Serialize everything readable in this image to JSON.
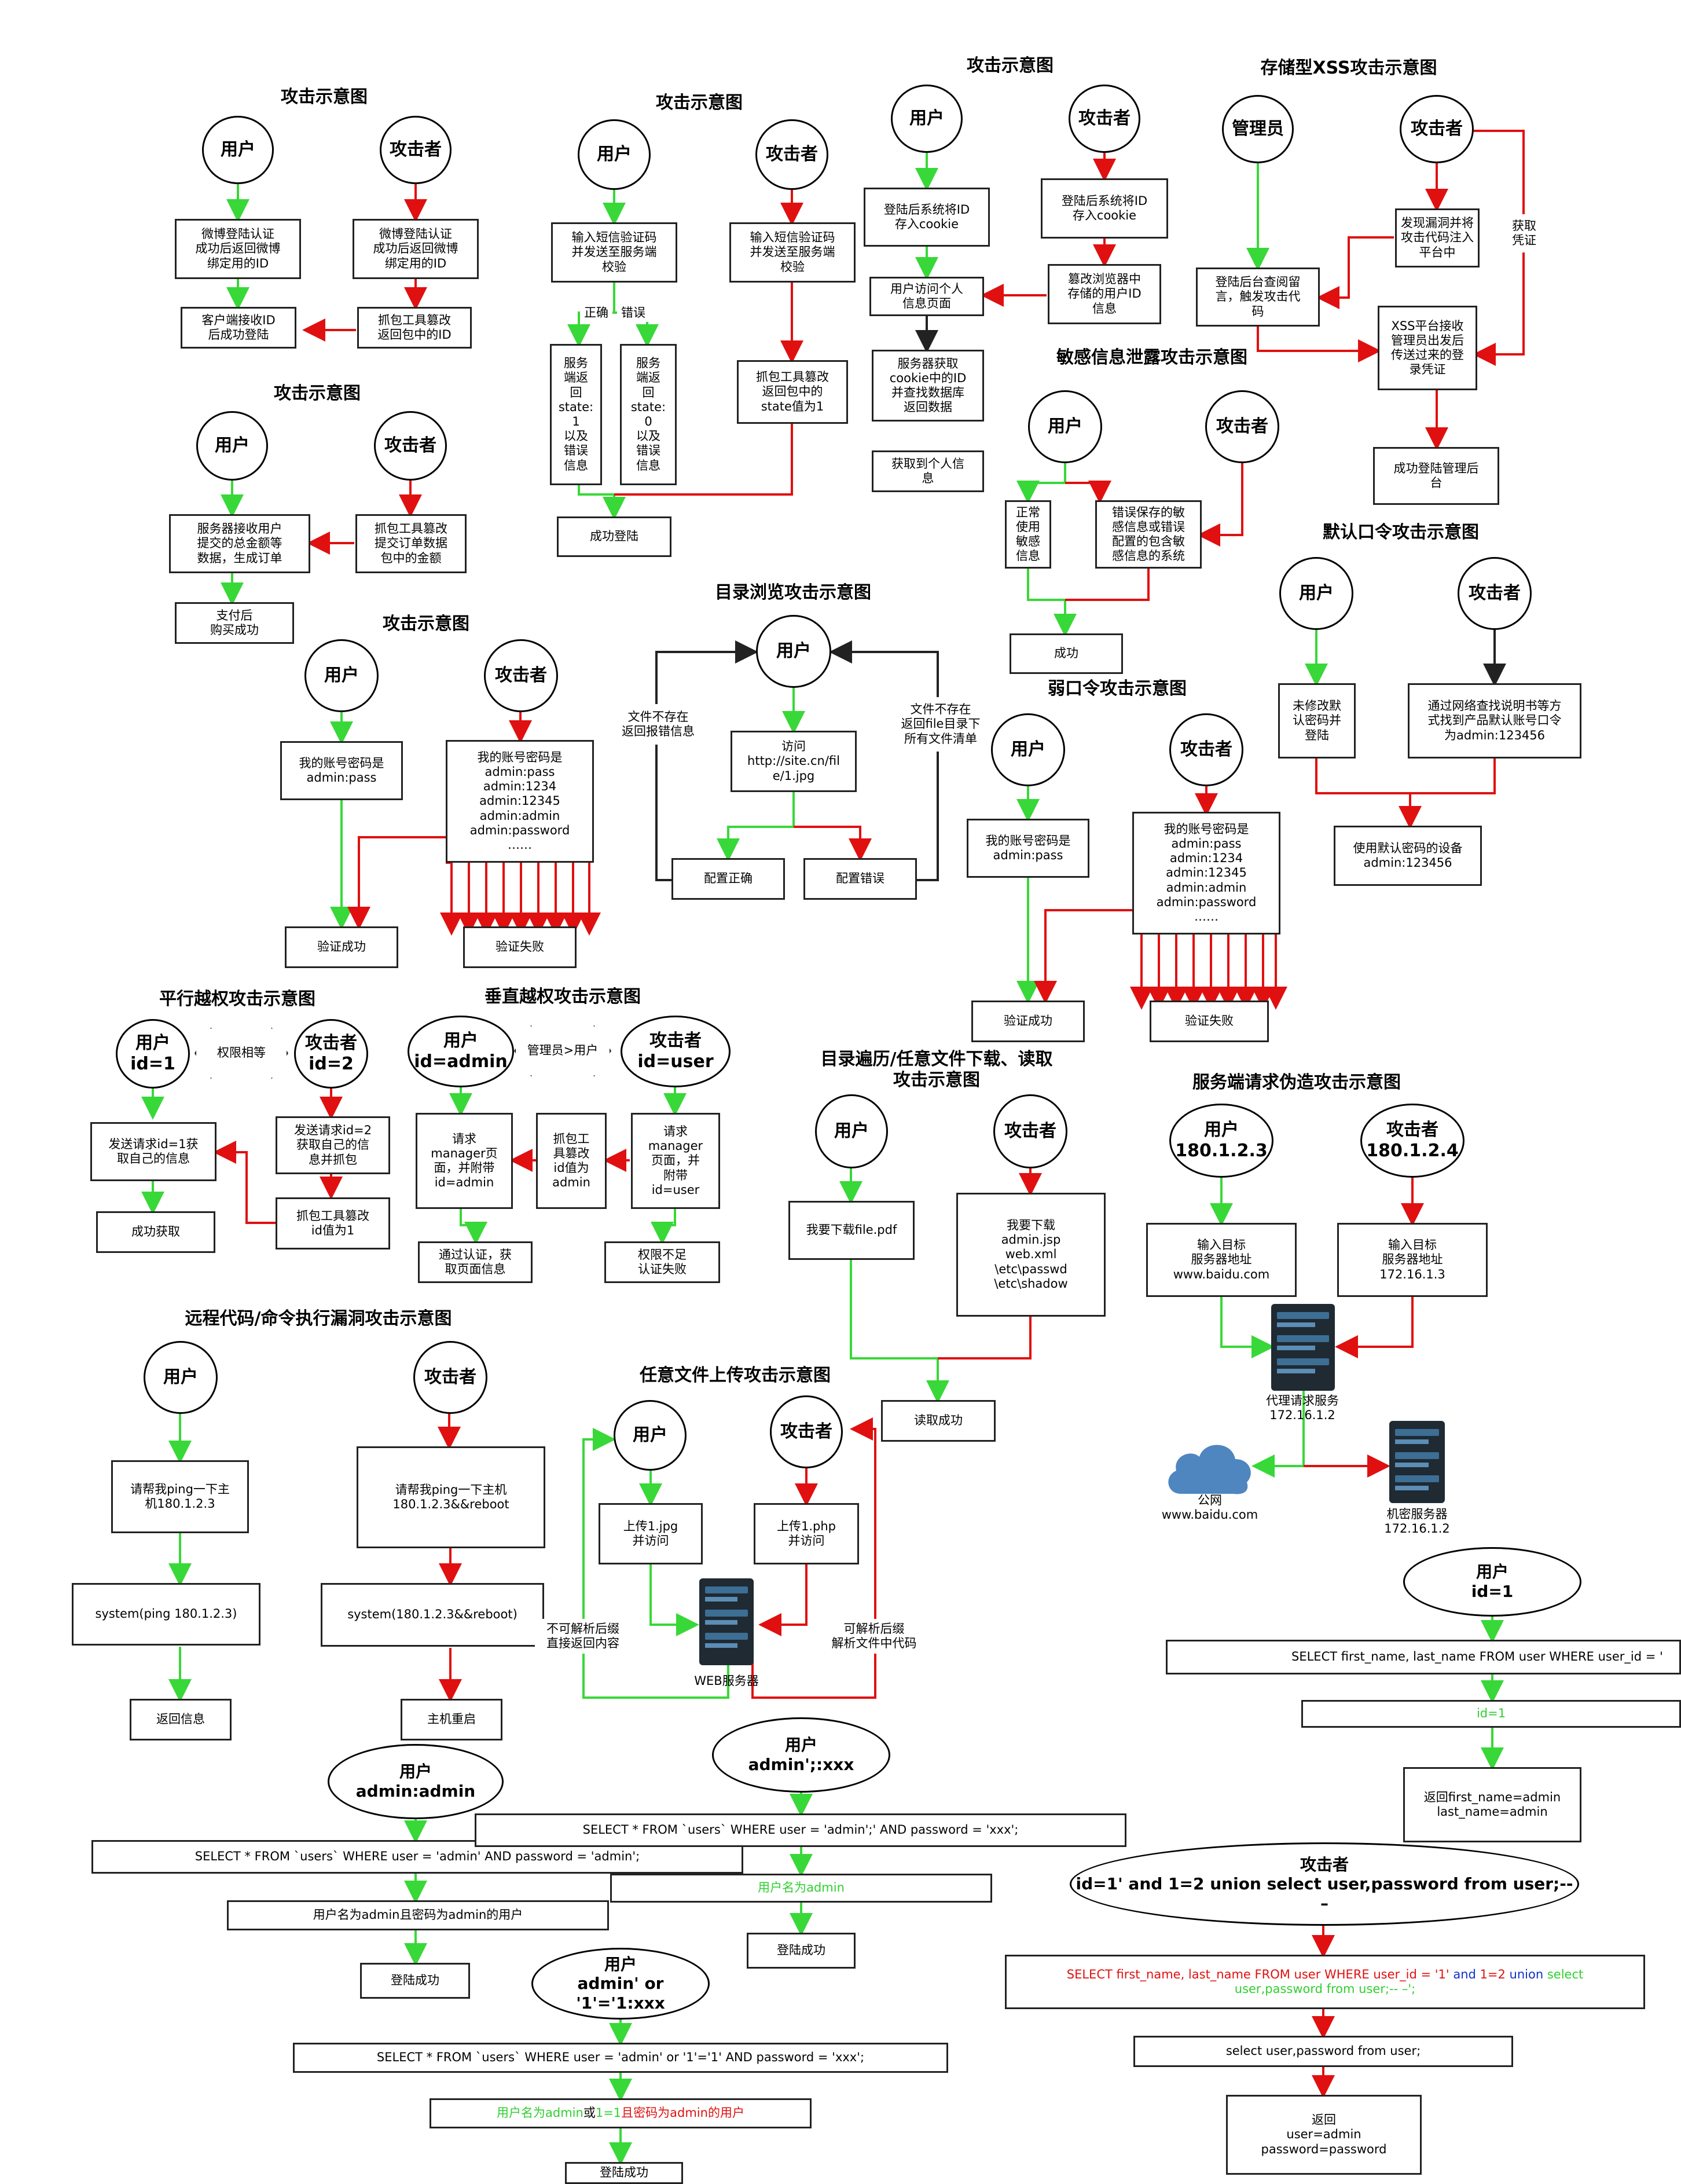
{
  "colors": {
    "green": "#38d838",
    "red": "#e01010",
    "black": "#222222"
  },
  "icons": {
    "server": "server-icon",
    "cloud": "cloud-icon"
  },
  "titles": {
    "weibo": "攻击示意图",
    "sms": "攻击示意图",
    "cookie": "攻击示意图",
    "xss": "存储型XSS攻击示意图",
    "order": "攻击示意图",
    "sensitive": "敏感信息泄露攻击示意图",
    "default_pw": "默认口令攻击示意图",
    "dir_browse": "目录浏览攻击示意图",
    "brute": "攻击示意图",
    "weak_pw": "弱口令攻击示意图",
    "h_priv": "平行越权攻击示意图",
    "v_priv": "垂直越权攻击示意图",
    "traversal": "目录遍历/任意文件下载、读取\n攻击示意图",
    "ssrf": "服务端请求伪造攻击示意图",
    "rce": "远程代码/命令执行漏洞攻击示意图",
    "upload": "任意文件上传攻击示意图"
  },
  "weibo": {
    "user": "用户",
    "attacker": "攻击者",
    "user_step": "微博登陆认证\n成功后返回微博\n绑定用的ID",
    "attacker_step": "微博登陆认证\n成功后返回微博\n绑定用的ID",
    "tamper": "抓包工具篡改\n返回包中的ID",
    "result": "客户端接收ID\n后成功登陆"
  },
  "sms": {
    "user": "用户",
    "attacker": "攻击者",
    "user_step": "输入短信验证码\n并发送至服务端\n校验",
    "attacker_step": "输入短信验证码\n并发送至服务端\n校验",
    "label_ok": "正确",
    "label_err": "错误",
    "resp_ok": "服务\n端返\n回\nstate:\n1\n以及\n错误\n信息",
    "resp_err": "服务\n端返\n回\nstate:\n0\n以及\n错误\n信息",
    "tamper": "抓包工具篡改\n返回包中的\nstate值为1",
    "result": "成功登陆"
  },
  "cookie": {
    "user": "用户",
    "attacker": "攻击者",
    "user_step": "登陆后系统将ID\n存入cookie",
    "attacker_step": "登陆后系统将ID\n存入cookie",
    "tamper": "篡改浏览器中\n存储的用户ID\n信息",
    "visit": "用户访问个人\n信息页面",
    "query": "服务器获取\ncookie中的ID\n并查找数据库\n返回数据",
    "result": "获取到个人信\n息"
  },
  "xss": {
    "admin": "管理员",
    "attacker": "攻击者",
    "inject": "发现漏洞并将\n攻击代码注入\n平台中",
    "steal_label": "获取\n凭证",
    "trigger": "登陆后台查阅留\n言，触发攻击代\n码",
    "receive": "XSS平台接收\n管理员出发后\n传送过来的登\n录凭证",
    "result": "成功登陆管理后\n台"
  },
  "order": {
    "user": "用户",
    "attacker": "攻击者",
    "server": "服务器接收用户\n提交的总金额等\n数据，生成订单",
    "tamper": "抓包工具篡改\n提交订单数据\n包中的金额",
    "result": "支付后\n购买成功"
  },
  "sensitive": {
    "user": "用户",
    "attacker": "攻击者",
    "normal": "正常\n使用\n敏感\n信息",
    "error": "错误保存的敏\n感信息或错误\n配置的包含敏\n感信息的系统",
    "result": "成功"
  },
  "default_pw": {
    "user": "用户",
    "attacker": "攻击者",
    "user_step": "未修改默\n认密码并\n登陆",
    "attacker_step": "通过网络查找说明书等方\n式找到产品默认账号口令\n为admin:123456",
    "result": "使用默认密码的设备\nadmin:123456"
  },
  "dir_browse": {
    "user": "用户",
    "visit": "访问\nhttp://site.cn/fil\ne/1.jpg",
    "left_label": "文件不存在\n返回报错信息",
    "right_label": "文件不存在\n返回file目录下\n所有文件清单",
    "ok": "配置正确",
    "bad": "配置错误"
  },
  "brute": {
    "user": "用户",
    "attacker": "攻击者",
    "user_step": "我的账号密码是\nadmin:pass",
    "attacker_step": "我的账号密码是\nadmin:pass\nadmin:1234\nadmin:12345\nadmin:admin\nadmin:password\n……",
    "success": "验证成功",
    "fail": "验证失败"
  },
  "weak_pw": {
    "user": "用户",
    "attacker": "攻击者",
    "user_step": "我的账号密码是\nadmin:pass",
    "attacker_step": "我的账号密码是\nadmin:pass\nadmin:1234\nadmin:12345\nadmin:admin\nadmin:password\n……",
    "success": "验证成功",
    "fail": "验证失败"
  },
  "h_priv": {
    "user": "用户\nid=1",
    "attacker": "攻击者\nid=2",
    "equal": "权限相等",
    "user_req": "发送请求id=1获\n取自己的信息",
    "attacker_req": "发送请求id=2\n获取自己的信\n息并抓包",
    "tamper": "抓包工具篡改\nid值为1",
    "result": "成功获取"
  },
  "v_priv": {
    "user": "用户\nid=admin",
    "attacker": "攻击者\nid=user",
    "gt": "管理员>用户",
    "user_req": "请求\nmanager页\n面，并附带\nid=admin",
    "tamper": "抓包工\n具篡改\nid值为\nadmin",
    "attacker_req": "请求\nmanager\n页面，并\n附带\nid=user",
    "ok": "通过认证，获\n取页面信息",
    "fail": "权限不足\n认证失败"
  },
  "traversal": {
    "user": "用户",
    "attacker": "攻击者",
    "user_step": "我要下载file.pdf",
    "attacker_step": "我要下载\nadmin.jsp\nweb.xml\n\\etc\\passwd\n\\etc\\shadow",
    "result": "读取成功"
  },
  "ssrf": {
    "user": "用户\n180.1.2.3",
    "attacker": "攻击者\n180.1.2.4",
    "user_step": "输入目标\n服务器地址\nwww.baidu.com",
    "attacker_step": "输入目标\n服务器地址\n172.16.1.3",
    "proxy": "代理请求服务\n172.16.1.2",
    "internet": "公网\nwww.baidu.com",
    "secret": "机密服务器\n172.16.1.2"
  },
  "rce": {
    "user": "用户",
    "attacker": "攻击者",
    "user_step": "请帮我ping一下主\n机180.1.2.3",
    "attacker_step": "请帮我ping一下主机\n180.1.2.3&&reboot",
    "user_cmd": "system(ping 180.1.2.3)",
    "attacker_cmd": "system(180.1.2.3&&reboot)",
    "user_result": "返回信息",
    "attacker_result": "主机重启"
  },
  "upload": {
    "user": "用户",
    "attacker": "攻击者",
    "user_step": "上传1.jpg\n并访问",
    "attacker_step": "上传1.php\n并访问",
    "server": "WEB服务器",
    "left_label": "不可解析后缀\n直接返回内容",
    "right_label": "可解析后缀\n解析文件中代码"
  },
  "sqli1": {
    "user": "用户\nadmin:admin",
    "query": "SELECT * FROM `users` WHERE user = 'admin' AND password = 'admin';",
    "meaning": "用户名为admin且密码为admin的用户",
    "result": "登陆成功"
  },
  "sqli2": {
    "user": "用户\nadmin';:xxx",
    "query": "SELECT * FROM `users` WHERE user = 'admin';' AND password = 'xxx';",
    "meaning": "用户名为admin",
    "result": "登陆成功"
  },
  "sqli3": {
    "user": "用户\nadmin' or '1'='1:xxx",
    "query": "SELECT * FROM `users` WHERE user = 'admin' or '1'='1' AND password = 'xxx';",
    "meaning": {
      "a": "用户名为admin",
      "b": "或",
      "c": "1=1",
      "d": "且密码为admin的用户"
    },
    "result": "登陆成功"
  },
  "union": {
    "user": "用户\nid=1",
    "query": "SELECT first_name, last_name FROM user WHERE user_id = '",
    "id": "id=1",
    "result": "返回first_name=admin\nlast_name=admin",
    "attacker": "攻击者\nid=1' and 1=2 union select user,password from user;-- –",
    "inj": {
      "p1": "SELECT first_name, last_name FROM user WHERE user_id = '1'",
      "p2": " and ",
      "p3": "1=2",
      "p4": " union ",
      "p5": "select",
      "p6": "user,password from user;-- –';"
    },
    "stmt": "select user,password from user;",
    "final": "返回\nuser=admin\npassword=password"
  }
}
